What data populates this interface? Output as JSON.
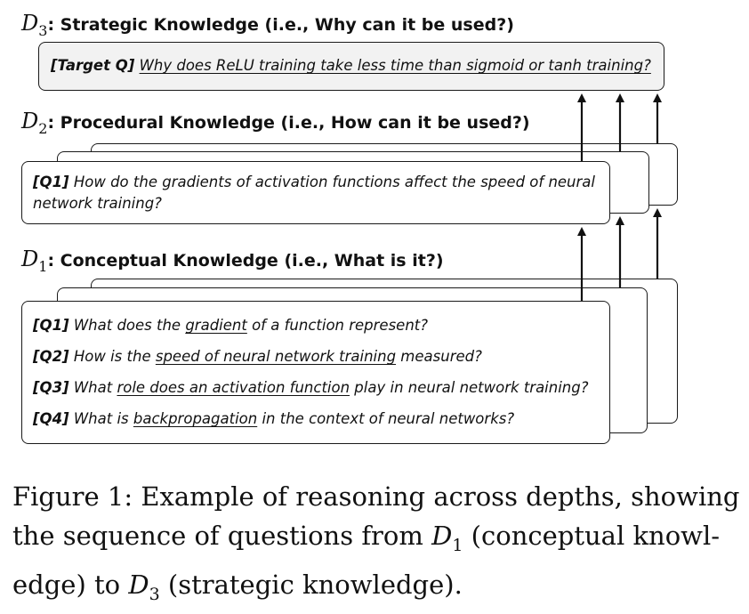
{
  "levels": {
    "d3": {
      "sym": "D",
      "sub": "3",
      "label": ": Strategic Knowledge (i.e., Why can it be used?)"
    },
    "d2": {
      "sym": "D",
      "sub": "2",
      "label": ": Procedural Knowledge (i.e., How can it be used?)"
    },
    "d1": {
      "sym": "D",
      "sub": "1",
      "label": ": Conceptual Knowledge (i.e., What is it?)"
    }
  },
  "target": {
    "tag": "[Target Q]",
    "text": "Why does ReLU training take less time than sigmoid or tanh training?"
  },
  "procedural": {
    "tag": "[Q1]",
    "line1": "How do the gradients of activation functions affect the speed of neural",
    "line2": "network training?"
  },
  "conceptual": {
    "q1": {
      "tag": "[Q1]",
      "a": "What does the ",
      "u": "gradient",
      "b": " of a function represent?"
    },
    "q2": {
      "tag": "[Q2]",
      "a": "How is the ",
      "u": "speed of neural network training",
      "b": " measured?"
    },
    "q3": {
      "tag": "[Q3]",
      "a": "What ",
      "u": "role does an activation function",
      "b": " play in neural network training?"
    },
    "q4": {
      "tag": "[Q4]",
      "a": "What is ",
      "u": "backpropagation",
      "b": " in the context of neural networks?"
    }
  },
  "caption": {
    "line1": "Figure 1: Example of reasoning across depths, showing",
    "line2a": "the sequence of questions from ",
    "d1_sym": "D",
    "d1_sub": "1",
    "line2b": " (conceptual knowl-",
    "line3a": "edge) to ",
    "d3_sym": "D",
    "d3_sub": "3",
    "line3b": " (strategic knowledge)."
  }
}
